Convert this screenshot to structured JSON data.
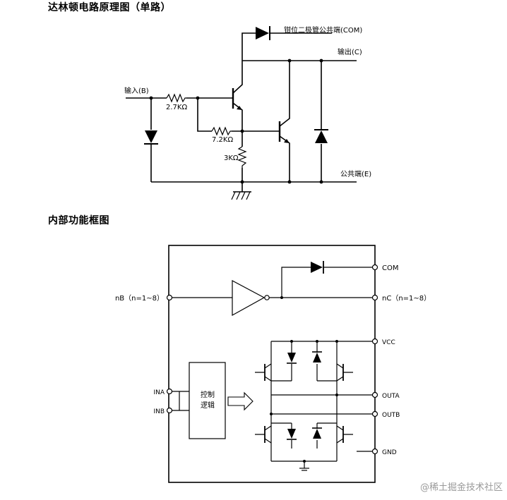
{
  "headings": {
    "circuit": "达林顿电路原理图（单路）",
    "block": "内部功能框图"
  },
  "circuit": {
    "clamp_label": "钳位二极管公共端(COM)",
    "output_label": "输出(C)",
    "input_label": "输入(B)",
    "r1": "2.7KΩ",
    "r2": "7.2KΩ",
    "r3": "3KΩ",
    "common_label": "公共端(E)"
  },
  "block": {
    "input_label": "nB（n=1~8）",
    "com_label": "COM",
    "out_label": "nC（n=1~8）",
    "vcc_label": "VCC",
    "ina_label": "INA",
    "inb_label": "INB",
    "logic_line1": "控制",
    "logic_line2": "逻辑",
    "outa_label": "OUTA",
    "outb_label": "OUTB",
    "gnd_label": "GND"
  },
  "watermark": "@稀土掘金技术社区"
}
